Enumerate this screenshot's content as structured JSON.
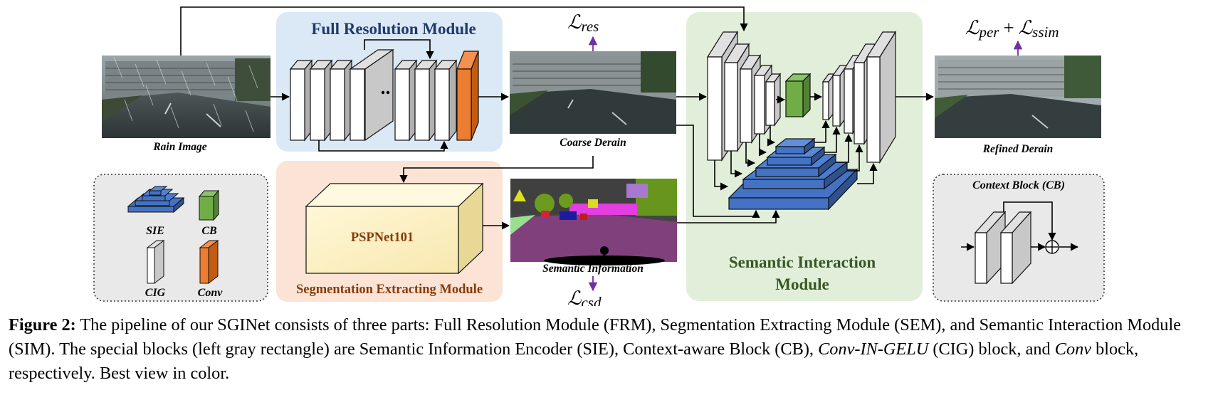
{
  "modules": {
    "frm_title": "Full Resolution Module",
    "sem_title": "Segmentation Extracting Module",
    "sim_title_line1": "Semantic Interaction",
    "sim_title_line2": "Module",
    "pspnet": "PSPNet101"
  },
  "images": {
    "rain": "Rain Image",
    "coarse": "Coarse Derain",
    "semantic": "Semantic Information",
    "refined": "Refined Derain"
  },
  "losses": {
    "res_main": "ℒ",
    "res_sub": "res",
    "csd_main": "ℒ",
    "csd_sub": "csd",
    "per_main": "ℒ",
    "per_sub": "per",
    "plus": "+",
    "ssim_main": "ℒ",
    "ssim_sub": "ssim"
  },
  "legend": {
    "sie": "SIE",
    "cb": "CB",
    "cig": "CIG",
    "conv": "Conv"
  },
  "context_block": {
    "title": "Context Block (CB)"
  },
  "colors": {
    "frm_bg": "#dbe8f5",
    "sem_bg": "#fbe3d6",
    "sim_bg": "#e1efda",
    "legend_bg": "#e9e9e9",
    "sie_blue": "#4472c4",
    "cb_green": "#70ad47",
    "conv_orange": "#c55a11",
    "arrow_purple": "#7030a0",
    "frm_title": "#1f3a6e",
    "sem_title": "#843c0c",
    "sim_title": "#385723"
  },
  "caption": {
    "label": "Figure 2:",
    "p1": " The pipeline of our SGINet consists of three parts: Full Resolution Module (FRM), Segmentation Extracting Module (SEM), and Semantic Interaction Module (SIM). The special blocks (left gray rectangle) are Semantic Information Encoder (SIE), Context-aware Block (CB), ",
    "cig_italic": "Conv-IN-GELU",
    "p2": " (CIG) block, and ",
    "conv_italic": "Conv",
    "p3": " block, respectively. Best view in color."
  }
}
